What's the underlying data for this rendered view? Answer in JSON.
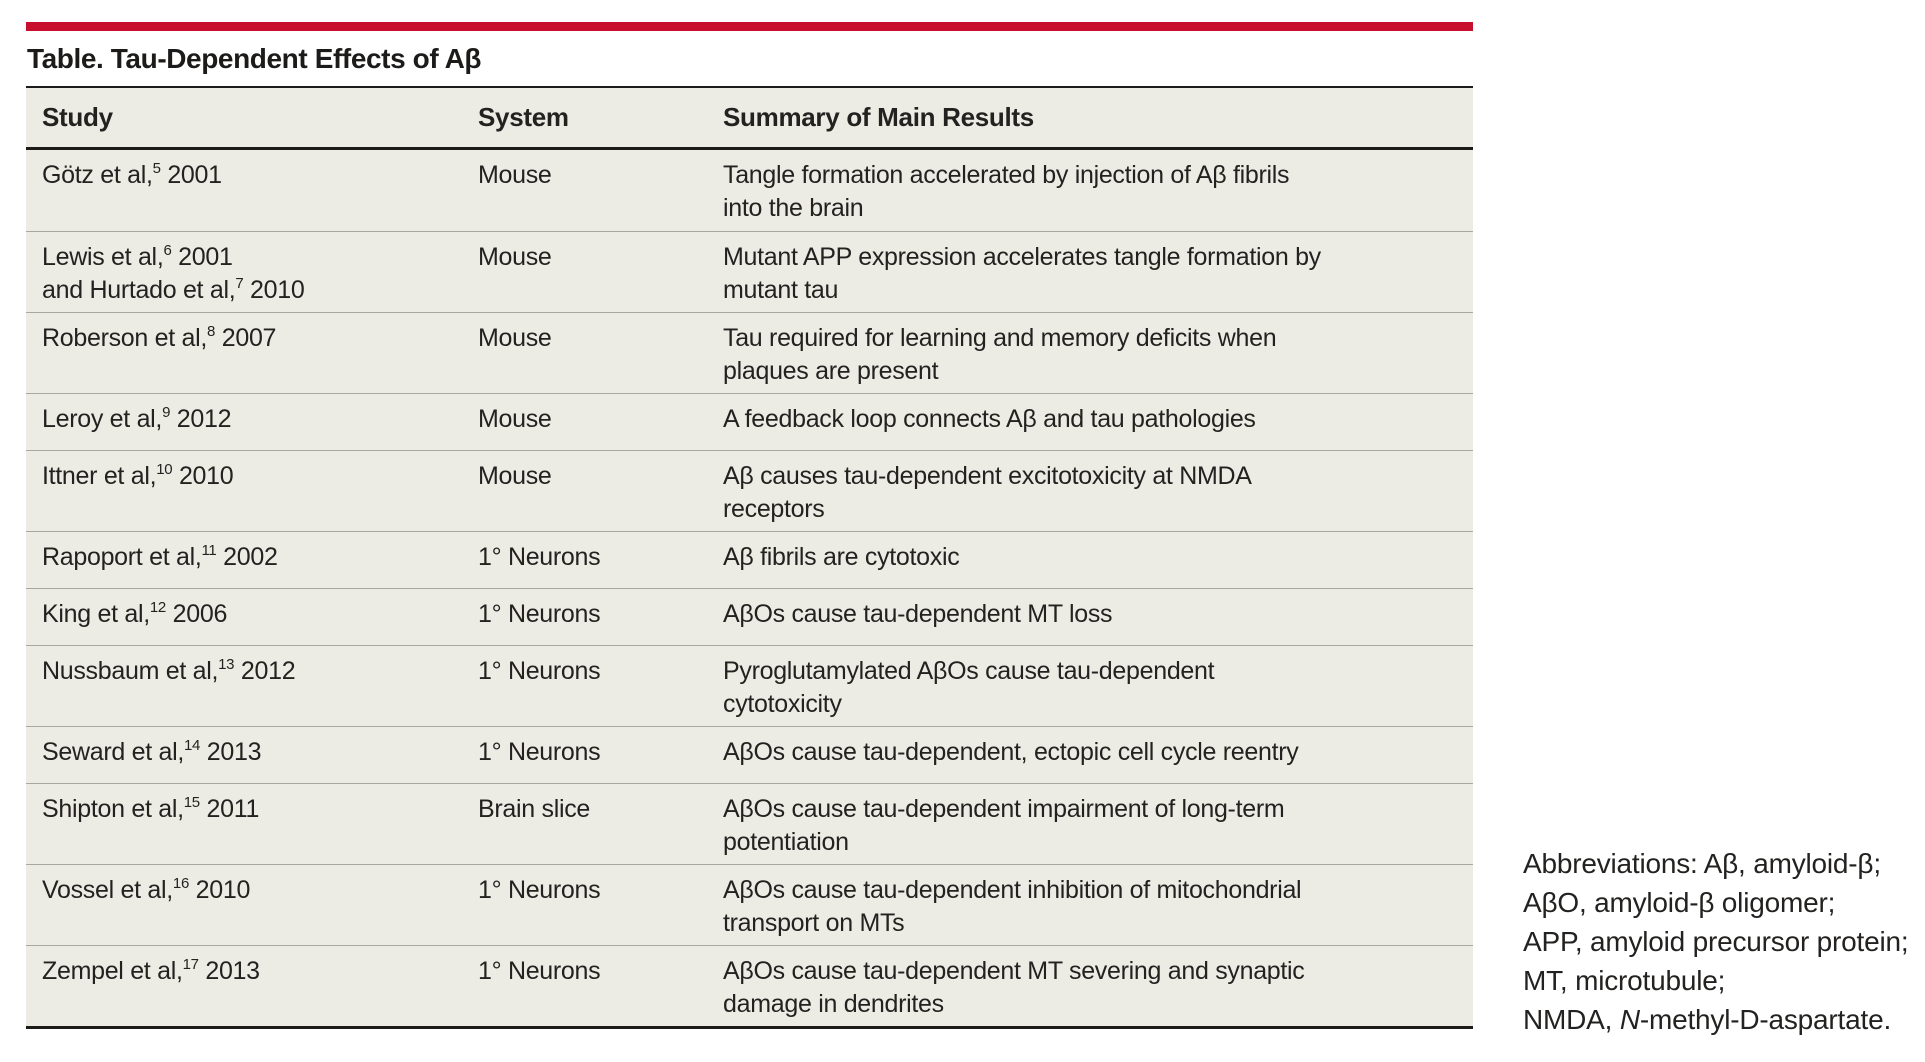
{
  "colors": {
    "accent_red": "#C8102E",
    "row_bg": "#EDECE4",
    "line_dark": "#1C1B1A",
    "line_gray": "#A9A8A0",
    "text": "#232220",
    "page_bg": "#FFFFFF"
  },
  "table": {
    "title": "Table. Tau-Dependent Effects of Aβ",
    "columns": {
      "study": "Study",
      "system": "System",
      "summary": "Summary of Main Results"
    },
    "rows": [
      {
        "study_lines": [
          {
            "pre": "Götz et al,",
            "ref": "5",
            "post": " 2001"
          }
        ],
        "system": "Mouse",
        "summary": "Tangle formation accelerated by injection of Aβ fibrils\ninto the brain"
      },
      {
        "study_lines": [
          {
            "pre": "Lewis et al,",
            "ref": "6",
            "post": " 2001"
          },
          {
            "pre": "and Hurtado et al,",
            "ref": "7",
            "post": " 2010"
          }
        ],
        "system": "Mouse",
        "summary": "Mutant APP expression accelerates tangle formation by\nmutant tau"
      },
      {
        "study_lines": [
          {
            "pre": "Roberson et al,",
            "ref": "8",
            "post": " 2007"
          }
        ],
        "system": "Mouse",
        "summary": "Tau required for learning and memory deficits when\nplaques are present"
      },
      {
        "study_lines": [
          {
            "pre": "Leroy et al,",
            "ref": "9",
            "post": " 2012"
          }
        ],
        "system": "Mouse",
        "summary": "A feedback loop connects Aβ and tau pathologies"
      },
      {
        "study_lines": [
          {
            "pre": "Ittner et al,",
            "ref": "10",
            "post": " 2010"
          }
        ],
        "system": "Mouse",
        "summary": "Aβ causes tau-dependent excitotoxicity at NMDA\nreceptors"
      },
      {
        "study_lines": [
          {
            "pre": "Rapoport et al,",
            "ref": "11",
            "post": " 2002"
          }
        ],
        "system": "1° Neurons",
        "summary": "Aβ fibrils are cytotoxic"
      },
      {
        "study_lines": [
          {
            "pre": "King et al,",
            "ref": "12",
            "post": " 2006"
          }
        ],
        "system": "1° Neurons",
        "summary": "AβOs cause tau-dependent MT loss"
      },
      {
        "study_lines": [
          {
            "pre": "Nussbaum et al,",
            "ref": "13",
            "post": " 2012"
          }
        ],
        "system": "1° Neurons",
        "summary": "Pyroglutamylated AβOs cause tau-dependent\ncytotoxicity"
      },
      {
        "study_lines": [
          {
            "pre": "Seward et al,",
            "ref": "14",
            "post": " 2013"
          }
        ],
        "system": "1° Neurons",
        "summary": "AβOs cause tau-dependent, ectopic cell cycle reentry"
      },
      {
        "study_lines": [
          {
            "pre": "Shipton et al,",
            "ref": "15",
            "post": " 2011"
          }
        ],
        "system": "Brain slice",
        "summary": "AβOs cause tau-dependent impairment of long-term\npotentiation"
      },
      {
        "study_lines": [
          {
            "pre": "Vossel et al,",
            "ref": "16",
            "post": " 2010"
          }
        ],
        "system": "1° Neurons",
        "summary": "AβOs cause tau-dependent inhibition of mitochondrial\ntransport on MTs"
      },
      {
        "study_lines": [
          {
            "pre": "Zempel et al,",
            "ref": "17",
            "post": " 2013"
          }
        ],
        "system": "1° Neurons",
        "summary": "AβOs cause tau-dependent MT severing and synaptic\ndamage in dendrites"
      }
    ]
  },
  "footnote": {
    "lines": [
      {
        "pre": "Abbreviations: Aβ, amyloid-β;",
        "italic": "",
        "post": ""
      },
      {
        "pre": "AβO, amyloid-β oligomer;",
        "italic": "",
        "post": ""
      },
      {
        "pre": "APP, amyloid precursor protein;",
        "italic": "",
        "post": ""
      },
      {
        "pre": "MT, microtubule;",
        "italic": "",
        "post": ""
      },
      {
        "pre": "NMDA, ",
        "italic": "N",
        "post": "-methyl-D-aspartate."
      }
    ]
  }
}
